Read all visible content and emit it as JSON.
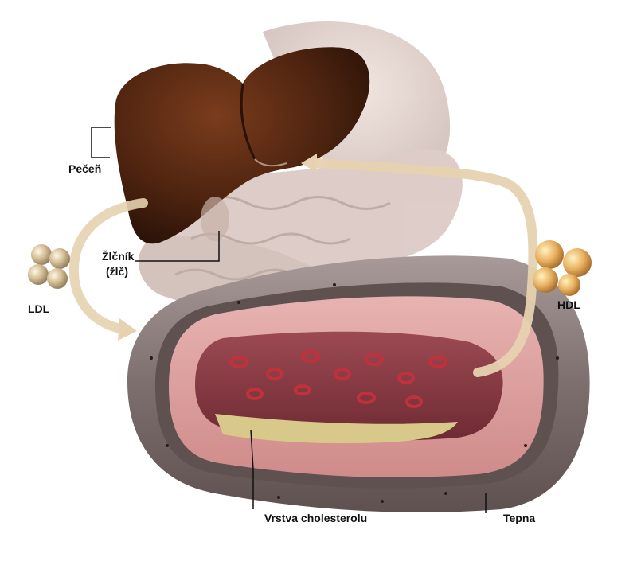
{
  "labels": {
    "liver": "Pečeň",
    "gallbladder_line1": "Žlčník",
    "gallbladder_line2": "(žlč)",
    "ldl": "LDL",
    "hdl": "HDL",
    "cholesterol_layer": "Vrstva cholesterolu",
    "artery": "Tepna"
  },
  "colors": {
    "liver": "#4e2410",
    "artery_outer": "#8b7d7d",
    "artery_muscle": "#d99c9c",
    "lumen": "#8a3a44",
    "red_cell": "#b0303a",
    "cholesterol": "#d8c98a",
    "arrow": "#e6d2b0",
    "particle": "#d7c39a"
  }
}
